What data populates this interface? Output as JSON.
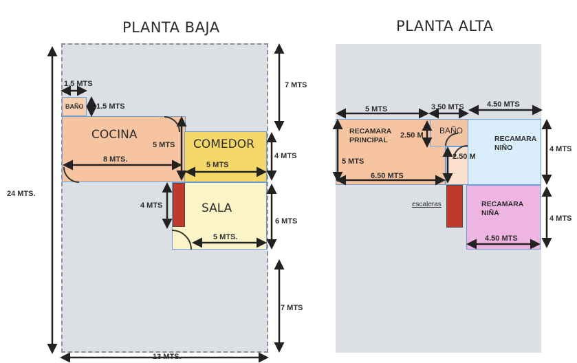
{
  "planta_baja": {
    "title": "PLANTA BAJA",
    "rooms": {
      "bano": "BAÑO",
      "cocina": "COCINA",
      "comedor": "COMEDOR",
      "sala": "SALA"
    },
    "dims": {
      "bano_w": "1.5 MTS",
      "bano_h": "1.5 MTS",
      "cocina_w": "8 MTS.",
      "cocina_h": "5 MTS",
      "comedor_w": "5 MTS",
      "comedor_h": "4 MTS",
      "sala_stair": "4 MTS",
      "sala_w": "5 MTS.",
      "sala_h": "6 MTS",
      "top": "7 MTS",
      "bottom": "7 MTS",
      "total_h": "24 MTS.",
      "total_w": "13 MTS."
    }
  },
  "planta_alta": {
    "title": "PLANTA ALTA",
    "rooms": {
      "recamara_principal": "RECAMARA PRINCIPAL",
      "bano": "BAÑO",
      "recamara_nino": "RECAMARA NIÑO",
      "recamara_nina": "RECAMARA NIÑA",
      "escaleras": "escaleras"
    },
    "dims": {
      "top_1": "5 MTS",
      "top_2": "3.50 MTS",
      "top_3": "4.50 MTS",
      "principal_h_inner": "2.50 M",
      "principal_h": "5 MTS",
      "principal_w": "6.50 MTS",
      "bano_h": "2.50 M",
      "nino_h": "4 MTS",
      "nina_h": "4 MTS",
      "nina_w": "4.50 MTS"
    }
  },
  "colors": {
    "lot": "#dcdfe4",
    "cocina": "#f7c4a2",
    "comedor": "#f6d869",
    "sala": "#faf4c8",
    "bano_baja": "#f7cfb0",
    "recamara_principal": "#f7c4a2",
    "bano_alta": "#f3c5a6",
    "recamara_nino": "#d9eefa",
    "recamara_nina": "#eeb5e2",
    "stair": "#c0392b"
  }
}
